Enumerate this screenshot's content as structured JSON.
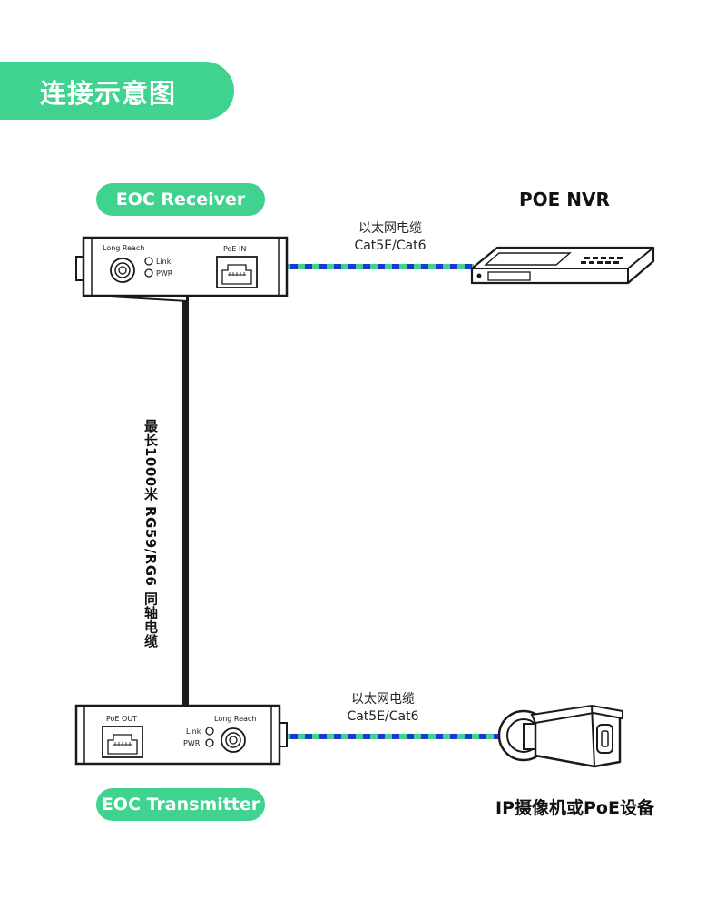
{
  "title": "连接示意图",
  "receiver": {
    "badge": "EOC Receiver",
    "long_reach": "Long Reach",
    "link": "Link",
    "pwr": "PWR",
    "poe_port": "PoE  IN"
  },
  "transmitter": {
    "badge": "EOC Transmitter",
    "long_reach": "Long Reach",
    "link": "Link",
    "pwr": "PWR",
    "poe_port": "PoE  OUT"
  },
  "nvr": {
    "name": "POE NVR"
  },
  "camera": {
    "name": "IP摄像机或PoE设备"
  },
  "cable_top": {
    "line1": "以太网电缆",
    "line2": "Cat5E/Cat6"
  },
  "cable_bottom": {
    "line1": "以太网电缆",
    "line2": "Cat5E/Cat6"
  },
  "coax": {
    "label": "最长1000米 RG59/RG6 同轴电缆"
  },
  "colors": {
    "accent": "#3fd38f",
    "cable_blue": "#1f36d6",
    "cable_green": "#3fd38f"
  }
}
